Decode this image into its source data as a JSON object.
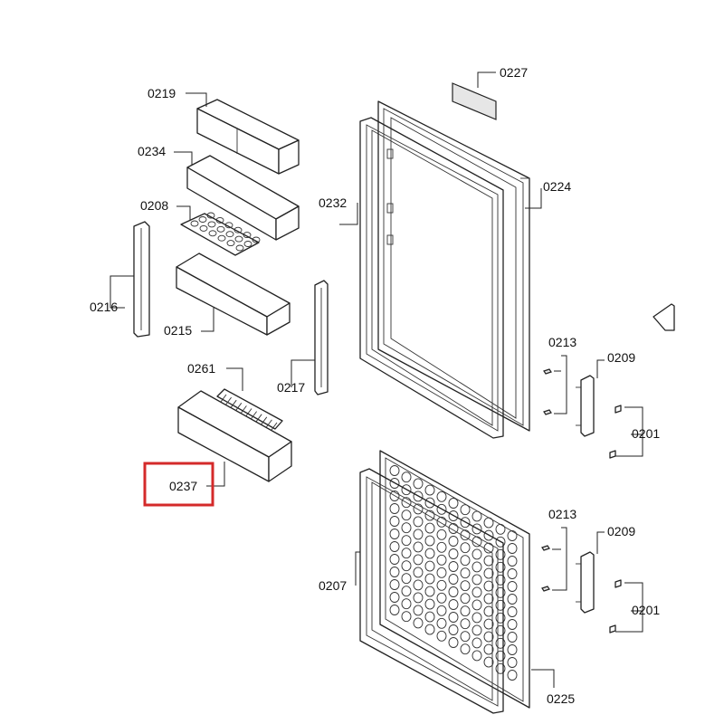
{
  "diagram": {
    "highlight_color": "#d42a2a",
    "highlighted_part": "0237",
    "labels": {
      "p0227": "0227",
      "p0219": "0219",
      "p0234": "0234",
      "p0208": "0208",
      "p0232": "0232",
      "p0224": "0224",
      "p0216": "0216",
      "p0215": "0215",
      "p0217": "0217",
      "p0213a": "0213",
      "p0209a": "0209",
      "p0261": "0261",
      "p0201a": "0201",
      "p0237": "0237",
      "p0207": "0207",
      "p0213b": "0213",
      "p0209b": "0209",
      "p0201b": "0201",
      "p0225": "0225"
    }
  }
}
